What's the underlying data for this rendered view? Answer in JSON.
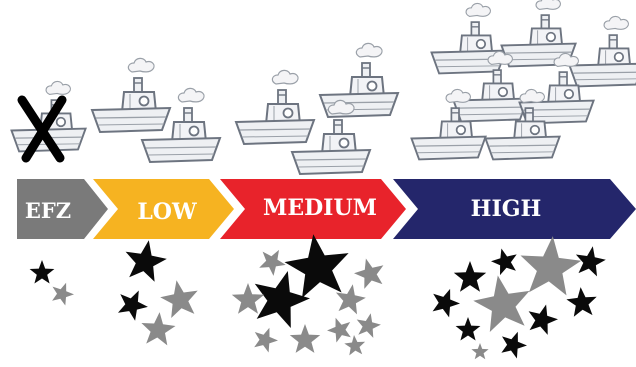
{
  "categories": [
    {
      "id": "efz",
      "label": "EFZ",
      "color": "#7a7a7a",
      "boats": 1,
      "crossed": true
    },
    {
      "id": "low",
      "label": "LOW",
      "color": "#f6b321",
      "boats": 2,
      "crossed": false
    },
    {
      "id": "medium",
      "label": "MEDIUM",
      "color": "#e8232b",
      "boats": 3,
      "crossed": false
    },
    {
      "id": "high",
      "label": "HIGH",
      "color": "#24266b",
      "boats": 7,
      "crossed": false
    }
  ],
  "colors": {
    "boat_stroke": "#6d7480",
    "boat_fill": "#eef0f3",
    "star_black": "#0a0a0a",
    "star_grey": "#8a8a8a",
    "cross": "#000000"
  }
}
